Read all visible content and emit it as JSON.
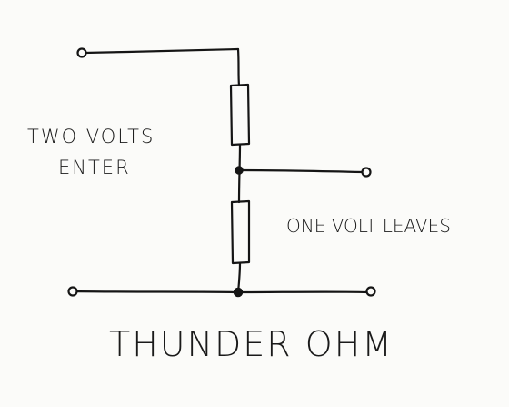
{
  "labels": {
    "input_line1": "TWO VOLTS",
    "input_line2": "ENTER",
    "output": "ONE VOLT LEAVES",
    "title": "THUNDER OHM"
  },
  "colors": {
    "ink": "#151515",
    "paper": "#fbfbf9"
  }
}
